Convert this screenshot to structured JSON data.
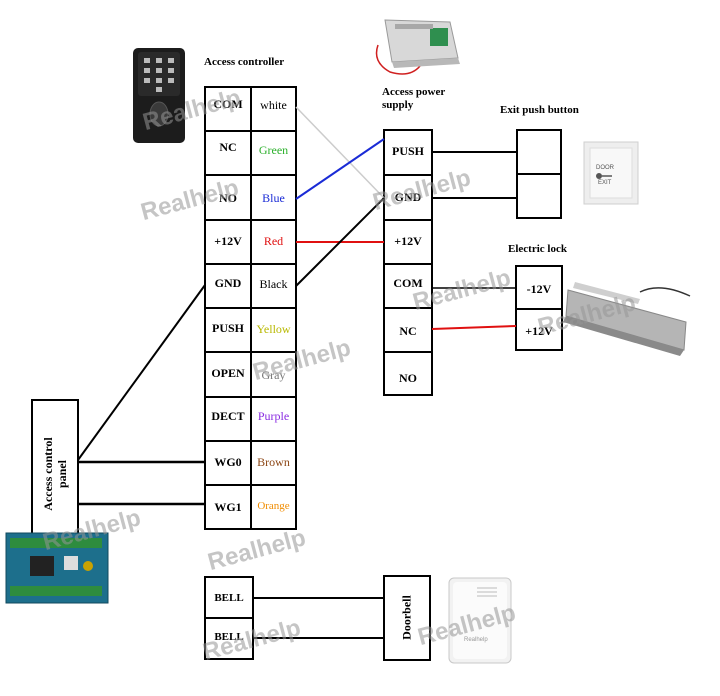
{
  "labels": {
    "access_controller": "Access controller",
    "access_power_supply_line1": "Access power",
    "access_power_supply_line2": "supply",
    "exit_push_button": "Exit push button",
    "electric_lock": "Electric lock",
    "access_control_panel_line1": "Access control",
    "access_control_panel_line2": "panel",
    "doorbell": "Doorbell"
  },
  "controller_terminals": [
    {
      "terminal": "COM",
      "wire": "white",
      "wire_color": "#000000"
    },
    {
      "terminal": "NC",
      "wire": "Green",
      "wire_color": "#2bb02b"
    },
    {
      "terminal": "NO",
      "wire": "Blue",
      "wire_color": "#1a2bd6"
    },
    {
      "terminal": "+12V",
      "wire": "Red",
      "wire_color": "#e01010"
    },
    {
      "terminal": "GND",
      "wire": "Black",
      "wire_color": "#000000"
    },
    {
      "terminal": "PUSH",
      "wire": "Yellow",
      "wire_color": "#b8b800"
    },
    {
      "terminal": "OPEN",
      "wire": "Gray",
      "wire_color": "#777777"
    },
    {
      "terminal": "DECT",
      "wire": "Purple",
      "wire_color": "#8a2be2"
    },
    {
      "terminal": "WG0",
      "wire": "Brown",
      "wire_color": "#8b4513"
    },
    {
      "terminal": "WG1",
      "wire": "Orange",
      "wire_color": "#f08c00"
    }
  ],
  "psu_terminals": [
    "PUSH",
    "GND",
    "+12V",
    "COM",
    "NC",
    "NO"
  ],
  "lock_terminals": [
    "-12V",
    "+12V"
  ],
  "bell_terminals": [
    "BELL",
    "BELL"
  ],
  "watermark": "Realhelp",
  "exit_button_text": [
    "DOOR",
    "EXIT"
  ],
  "doorbell_brand": "Realhelp",
  "colors": {
    "blue_wire": "#1a2bd6",
    "red_wire": "#e01010",
    "white_wire": "#cccccc"
  }
}
